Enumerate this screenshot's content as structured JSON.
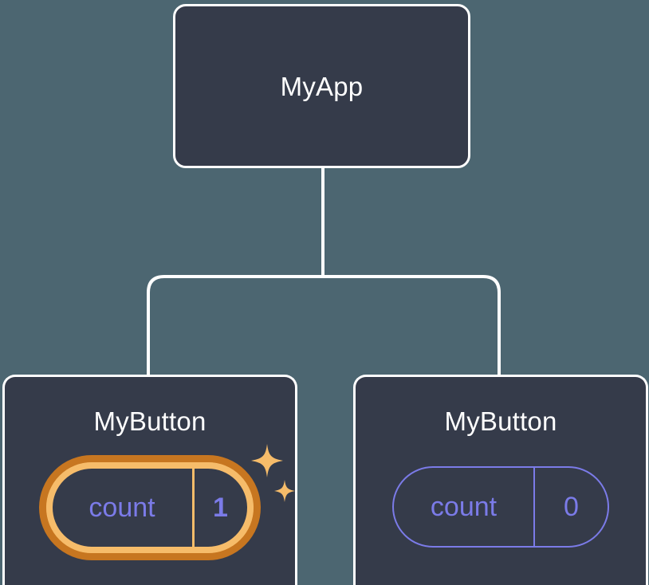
{
  "diagram": {
    "title": "React component tree with state",
    "background_color": "#4c6671",
    "node_fill": "#353b4a",
    "node_border": "#ffffff",
    "connector_color": "#ffffff",
    "state_color": "#7b7be8",
    "highlight_outer_color": "#c77620",
    "highlight_inner_color": "#f6bc6a",
    "sparkle_color": "#f6bc6a"
  },
  "root": {
    "label": "MyApp"
  },
  "children": [
    {
      "label": "MyButton",
      "state": {
        "key": "count",
        "value": "1",
        "highlighted": true,
        "sparkle": true
      }
    },
    {
      "label": "MyButton",
      "state": {
        "key": "count",
        "value": "0",
        "highlighted": false,
        "sparkle": false
      }
    }
  ]
}
